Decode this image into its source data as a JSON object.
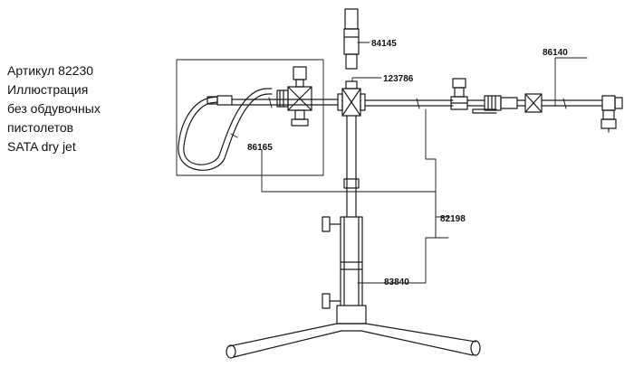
{
  "caption": {
    "lines": [
      "Артикул 82230",
      "Иллюстрация",
      "без обдувочных",
      "пистолетов",
      "SATA dry jet"
    ]
  },
  "part_numbers": {
    "top_fitting": "84145",
    "central_cross": "123786",
    "right_arm": "86140",
    "left_hose": "86165",
    "pipe_connection": "82198",
    "stand_column": "83840"
  }
}
